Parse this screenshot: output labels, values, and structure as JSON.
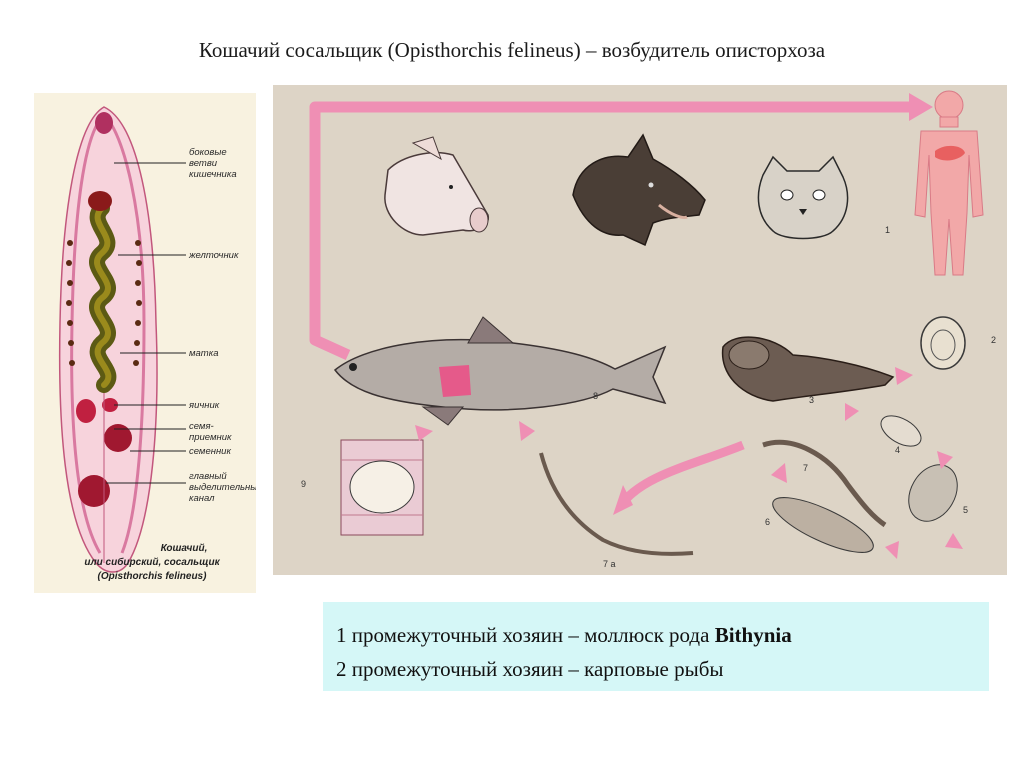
{
  "title": "Кошачий сосальщик (Opisthorchis felineus) – возбудитель описторхоза",
  "fluke": {
    "labels": [
      "боковые",
      "ветви",
      "кишечника",
      "желточник",
      "матка",
      "яичник",
      "семя-",
      "приемник",
      "семенник",
      "главный",
      "выделительный",
      "канал"
    ],
    "caption": [
      "Кошачий,",
      "или сибирский, сосальщик",
      "(Opisthorchis felineus)"
    ]
  },
  "cycle": {
    "stage_numbers": [
      "1",
      "2",
      "3",
      "4",
      "5",
      "6",
      "7",
      "7 a",
      "8",
      "9"
    ]
  },
  "info": {
    "host1_text": "1 промежуточный хозяин – моллюск рода ",
    "host1_genus": "Bithynia",
    "host2_text": "2 промежуточный хозяин – карповые рыбы"
  },
  "colors": {
    "arrow_pink": "#ef8fb4",
    "cycle_background": "#ddd4c6",
    "info_background": "#d5f7f7",
    "fluke_background": "#f8f2e0"
  }
}
